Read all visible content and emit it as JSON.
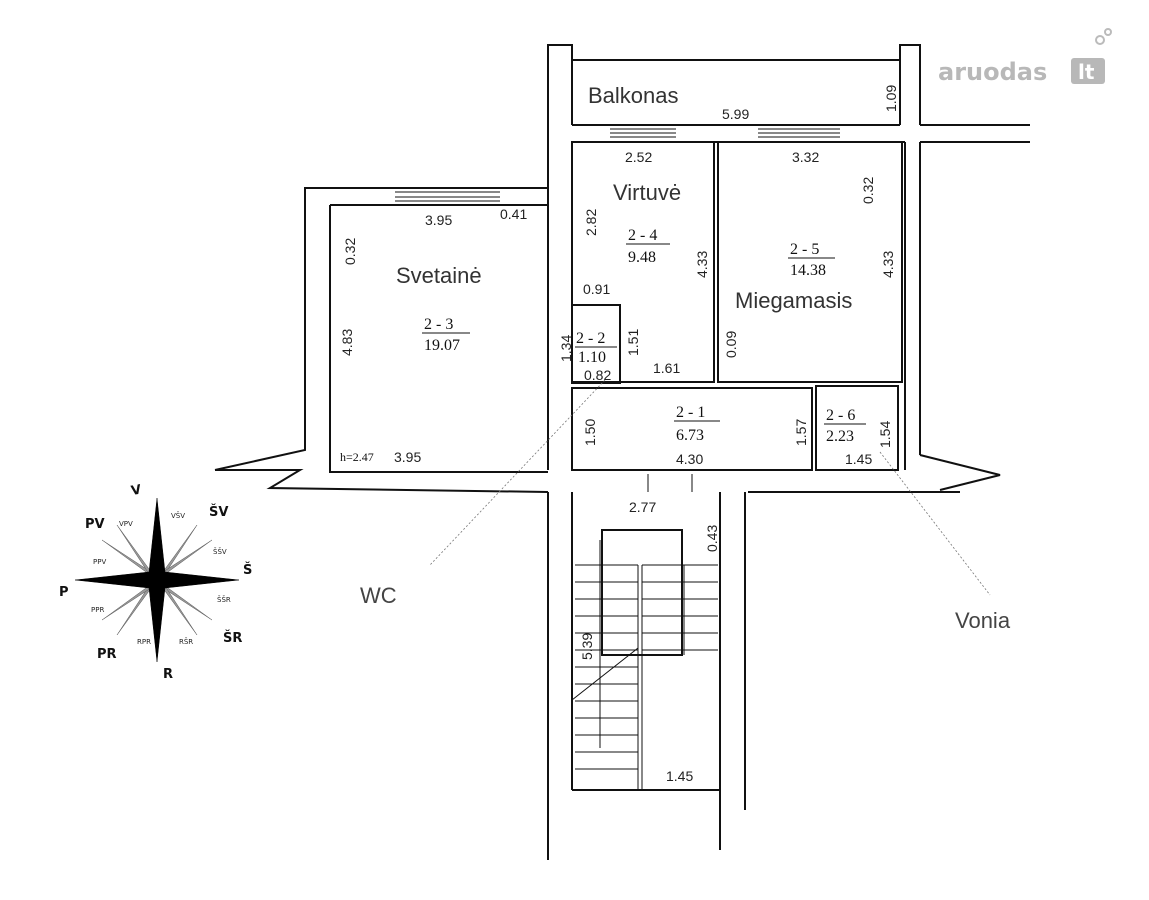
{
  "watermark": {
    "text": "aruodas",
    "tld": "lt"
  },
  "rooms": {
    "balcony": "Balkonas",
    "kitchen": "Virtuvė",
    "living": "Svetainė",
    "bedroom": "Miegamasis"
  },
  "callouts": {
    "wc": "WC",
    "bath": "Vonia"
  },
  "room_ids": {
    "kitchen": {
      "id": "2 - 4",
      "area": "9.48"
    },
    "bedroom": {
      "id": "2 - 5",
      "area": "14.38"
    },
    "living": {
      "id": "2 - 3",
      "area": "19.07"
    },
    "wc": {
      "id": "2 - 2",
      "area": "1.10"
    },
    "hall": {
      "id": "2 - 1",
      "area": "6.73"
    },
    "bath": {
      "id": "2 - 6",
      "area": "2.23"
    }
  },
  "dimensions": {
    "balcony_len": "5.99",
    "balcony_depth": "1.09",
    "kitchen_top": "2.52",
    "kitchen_side": "4.33",
    "kitchen_inner": "2.82",
    "kitchen_low": "0.91",
    "kitchen_wall": "1.51",
    "kitchen_bottom": "1.61",
    "bedroom_top": "3.32",
    "bedroom_side": "4.33",
    "bedroom_off": "0.32",
    "bedroom_low": "0.09",
    "living_top": "3.95",
    "living_off": "0.41",
    "living_left_off": "0.32",
    "living_side": "4.83",
    "living_bottom": "3.95",
    "height": "h=2.47",
    "wc_side": "1.34",
    "wc_bottom": "0.82",
    "hall_side": "1.50",
    "hall_right": "1.57",
    "hall_bottom": "4.30",
    "bath_side": "1.54",
    "bath_bottom": "1.45",
    "stair_top": "2.77",
    "stair_off": "0.43",
    "stair_len": "5.39",
    "stair_bottom": "1.45"
  },
  "compass": {
    "north": "V",
    "east": "Š",
    "south": "R",
    "west": "P",
    "ne": "ŠV",
    "se": "ŠR",
    "sw": "PR",
    "nw": "PV",
    "nne": "VŠV",
    "nnw": "VPV",
    "ene": "ŠŠV",
    "ese": "ŠŠR",
    "sse": "RŠR",
    "ssw": "RPR",
    "wsw": "PPR",
    "wnw": "PPV"
  }
}
